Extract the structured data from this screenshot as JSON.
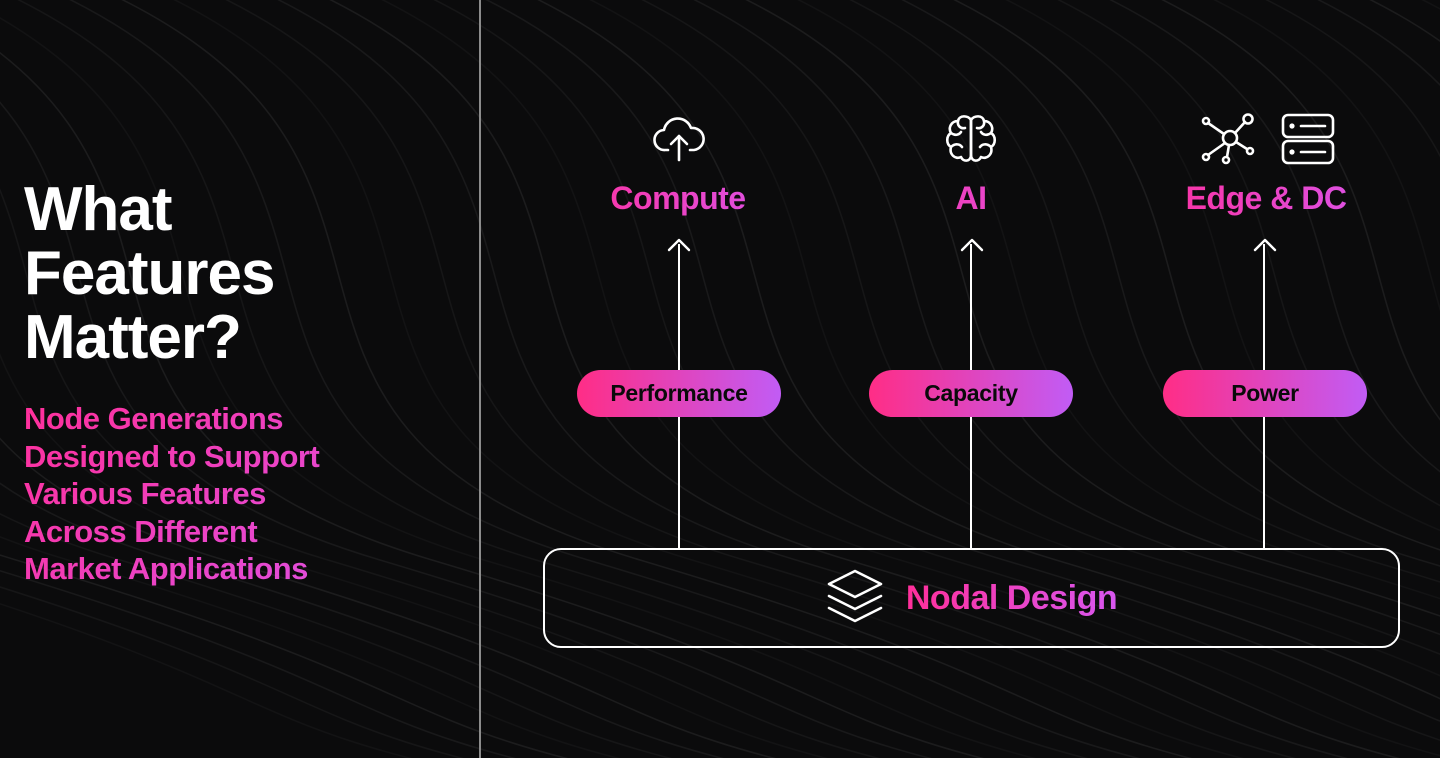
{
  "left": {
    "headline": "What\nFeatures\nMatter?",
    "subline": "Node Generations\nDesigned to Support\nVarious Features\nAcross Different\nMarket Applications"
  },
  "columns": [
    {
      "category": "Compute",
      "attribute": "Performance",
      "icons": [
        "cloud-upload-icon"
      ]
    },
    {
      "category": "AI",
      "attribute": "Capacity",
      "icons": [
        "brain-icon"
      ]
    },
    {
      "category": "Edge & DC",
      "attribute": "Power",
      "icons": [
        "network-hub-icon",
        "server-rack-icon"
      ]
    }
  ],
  "base": {
    "label": "Nodal Design",
    "icon": "layers-icon"
  },
  "colors": {
    "background": "#0b0b0c",
    "gradient_start": "#ff2f9a",
    "gradient_end": "#d857f0",
    "line": "#ffffff"
  }
}
